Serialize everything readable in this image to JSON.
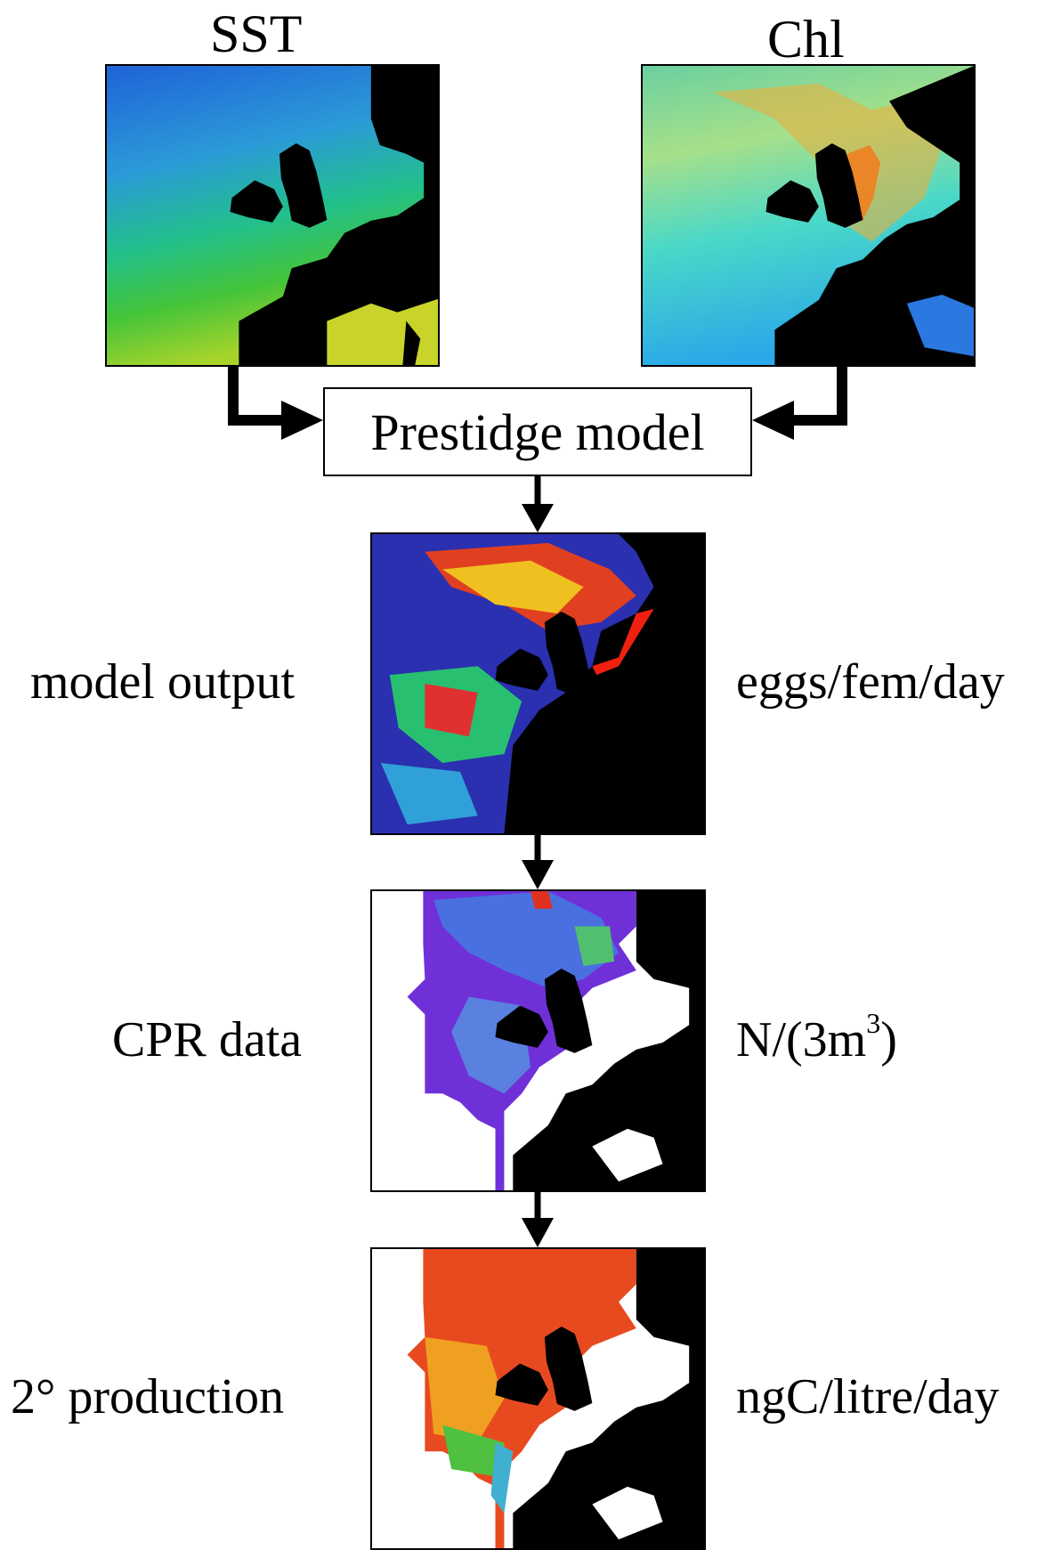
{
  "inputs": {
    "sst_title": "SST",
    "chl_title": "Chl"
  },
  "model": {
    "label": "Prestidge model"
  },
  "rows": [
    {
      "left": "model output",
      "right": "eggs/fem/day"
    },
    {
      "left": "CPR data",
      "right_base": "N/(3m",
      "right_sup": "3",
      "right_close": ")"
    },
    {
      "left": "2° production",
      "right": "ngC/litre/day"
    }
  ],
  "colors": {
    "land": "#000000",
    "no_data": "#ffffff",
    "arrow": "#000000"
  }
}
